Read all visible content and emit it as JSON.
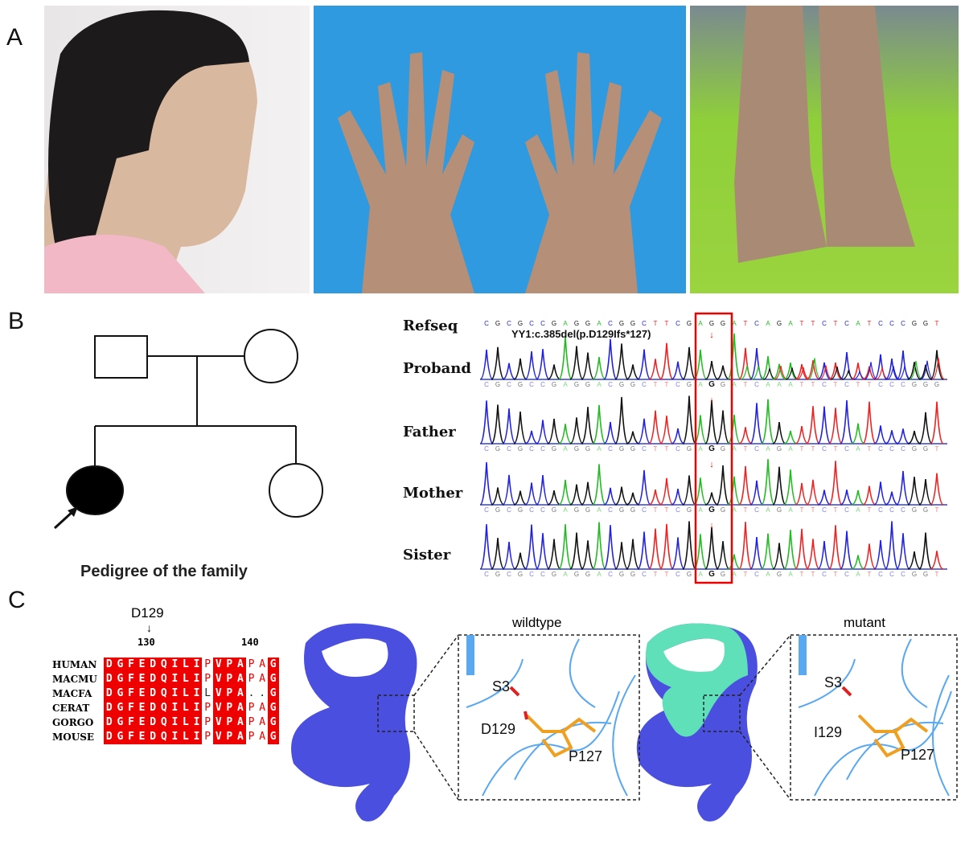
{
  "panels": {
    "a": "A",
    "b": "B",
    "c": "C"
  },
  "photos": [
    {
      "subject": "profile-face"
    },
    {
      "subject": "hands"
    },
    {
      "subject": "feet"
    }
  ],
  "pedigree": {
    "caption": "Pedigree of the family"
  },
  "sequencing": {
    "mutation": "YY1:c.385del(p.D129Ifs*127)",
    "marked_base": "G",
    "rows": [
      {
        "label": "Refseq",
        "seq": "CGCGCCGAGGACGGCTTCGAGGATCAGATTCTCATCCCGGT"
      },
      {
        "label": "Proband",
        "seq": "CGCGCCGAGGACGGCTTCGAGGATCAAATTCTCTTCCCGGG"
      },
      {
        "label": "Father",
        "seq": "CGCGCCGAGGACGGCTTCGAGGATCAGATTCTCATCCCGGT"
      },
      {
        "label": "Mother",
        "seq": "CGCGCCGAGGACGGCTTCGAGGATCAGATTCTCATCCCGGT"
      },
      {
        "label": "Sister",
        "seq": "CGCGCCGAGGACGGCTTCGAGGATCAGATTCTCATCCCGGT"
      }
    ],
    "base_colors": {
      "A": "#22bb22",
      "C": "#2222dd",
      "G": "#111111",
      "T": "#ee2222"
    }
  },
  "alignment": {
    "marker": "D129",
    "ticks": [
      "130",
      "140"
    ],
    "rows": [
      {
        "species": "HUMAN",
        "seq": "DGFEDQILIPVPAPAG"
      },
      {
        "species": "MACMU",
        "seq": "DGFEDQILIPVPAPAG"
      },
      {
        "species": "MACFA",
        "seq": "DGFEDQILILVPA..G"
      },
      {
        "species": "CERAT",
        "seq": "DGFEDQILIPVPAPAG"
      },
      {
        "species": "GORGO",
        "seq": "DGFEDQILIPVPAPAG"
      },
      {
        "species": "MOUSE",
        "seq": "DGFEDQILIPVPAPAG"
      }
    ]
  },
  "structures": [
    {
      "title": "wildtype",
      "labels": [
        "S3",
        "D129",
        "P127"
      ]
    },
    {
      "title": "mutant",
      "labels": [
        "S3",
        "I129",
        "P127"
      ]
    }
  ]
}
